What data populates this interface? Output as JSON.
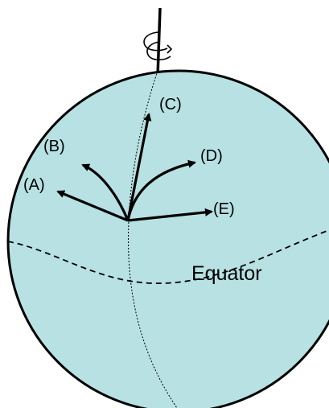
{
  "diagram": {
    "labels": {
      "a": "(A)",
      "b": "(B)",
      "c": "(C)",
      "d": "(D)",
      "e": "(E)",
      "equator": "Equator"
    },
    "colors": {
      "sphere_fill": "#b7e1e3",
      "outline": "#000000"
    }
  }
}
